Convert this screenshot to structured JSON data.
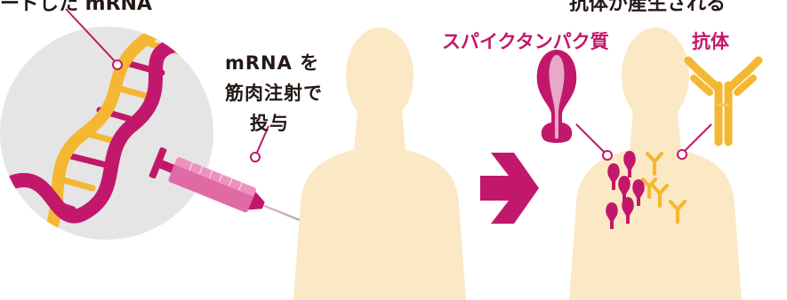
{
  "labels": {
    "top_left": "ードした mRNA",
    "top_right": "抗体が産生される",
    "mrna_line1": "mRNA を",
    "mrna_line2": "筋肉注射で",
    "mrna_line3": "投与",
    "spike_protein": "スパイクタンパク質",
    "antibody": "抗体"
  },
  "colors": {
    "magenta": "#c2186c",
    "yellow": "#f5b731",
    "skin": "#fbe8c4",
    "circle_gray": "#e5e5e5",
    "text_dark": "#231815"
  }
}
